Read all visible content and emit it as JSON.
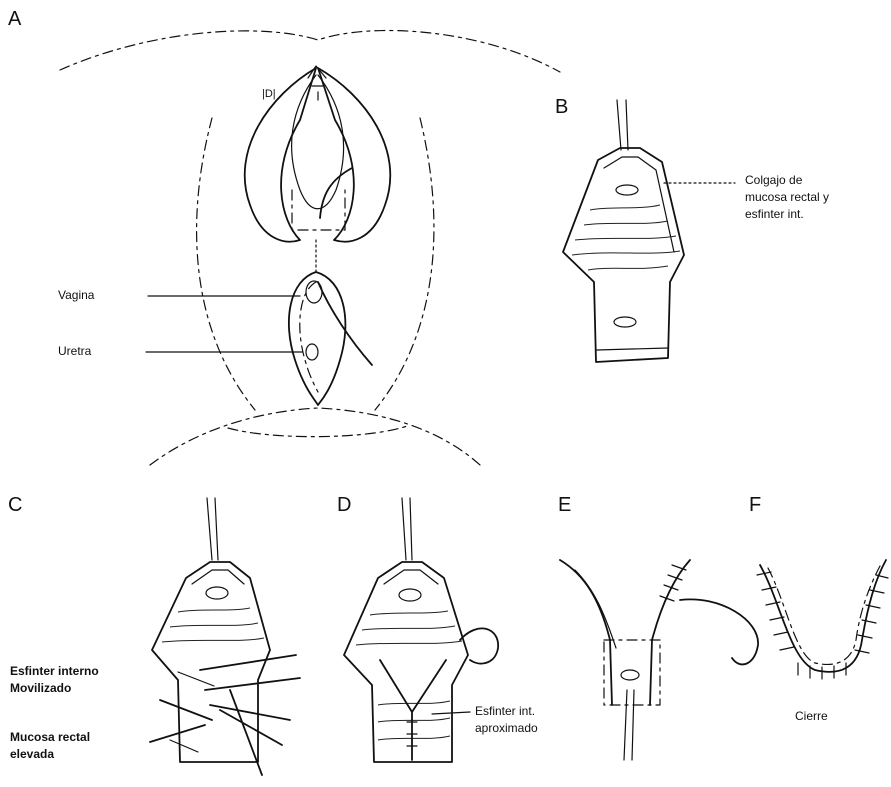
{
  "panels": {
    "A": {
      "letter": "A",
      "mark_label": "|D|",
      "labels": {
        "vagina": "Vagina",
        "urethra": "Uretra"
      }
    },
    "B": {
      "letter": "B",
      "label_lines": [
        "Colgajo de",
        "mucosa rectal y",
        "esfinter int."
      ]
    },
    "C": {
      "letter": "C",
      "label_internal": [
        "Esfinter interno",
        "Movilizado"
      ],
      "label_mucosa": [
        "Mucosa rectal",
        "elevada"
      ]
    },
    "D": {
      "letter": "D",
      "label_lines": [
        "Esfinter int.",
        "aproximado"
      ]
    },
    "E": {
      "letter": "E"
    },
    "F": {
      "letter": "F",
      "label": "Cierre"
    }
  }
}
